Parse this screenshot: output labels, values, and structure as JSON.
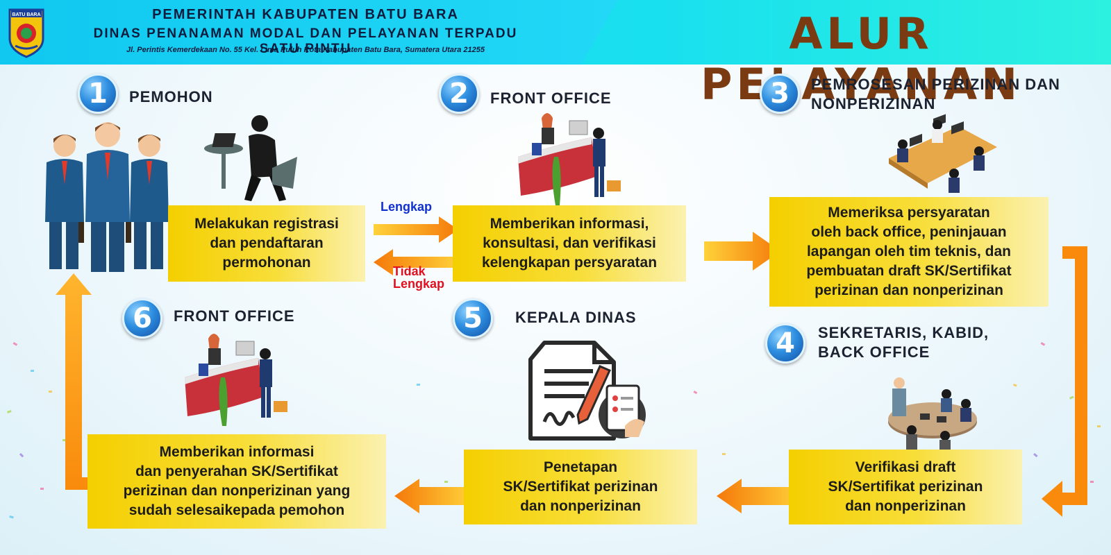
{
  "header": {
    "logo_text": "BATU BARA",
    "gov_line1": "PEMERINTAH KABUPATEN BATU BARA",
    "gov_line2": "DINAS PENANAMAN MODAL DAN PELAYANAN TERPADU SATU PINTU",
    "address": "Jl. Perintis Kemerdekaan No. 55 Kel. Lima Puluh Kota Kabupaten Batu Bara, Sumatera Utara 21255",
    "title": "ALUR PELAYANAN"
  },
  "steps": [
    {
      "number": "1",
      "title": "PEMOHON",
      "box": "Melakukan registrasi\ndan pendaftaran\npermohonan"
    },
    {
      "number": "2",
      "title": "FRONT OFFICE",
      "box": "Memberikan informasi,\nkonsultasi, dan verifikasi\nkelengkapan persyaratan"
    },
    {
      "number": "3",
      "title": "PEMROSESAN PERIZINAN DAN\nNONPERIZINAN",
      "box": "Memeriksa persyaratan\noleh back office, peninjauan\nlapangan oleh tim teknis, dan\npembuatan draft  SK/Sertifikat\nperizinan dan nonperizinan"
    },
    {
      "number": "4",
      "title": "SEKRETARIS, KABID,\nBACK OFFICE",
      "box": "Verifikasi draft\nSK/Sertifikat perizinan\ndan nonperizinan"
    },
    {
      "number": "5",
      "title": "KEPALA DINAS",
      "box": "Penetapan\nSK/Sertifikat perizinan\ndan nonperizinan"
    },
    {
      "number": "6",
      "title": "FRONT OFFICE",
      "box": "Memberikan informasi\ndan penyerahan SK/Sertifikat\nperizinan dan nonperizinan yang\nsudah selesaikepada pemohon"
    }
  ],
  "labels": {
    "lengkap": "Lengkap",
    "tidak_lengkap": "Tidak\nLengkap"
  },
  "colors": {
    "box_yellow": "#f4cf00",
    "arrow_orange": "#f98a0c",
    "badge_blue": "#2f8fe0",
    "title_brown": "#7a3a12"
  }
}
